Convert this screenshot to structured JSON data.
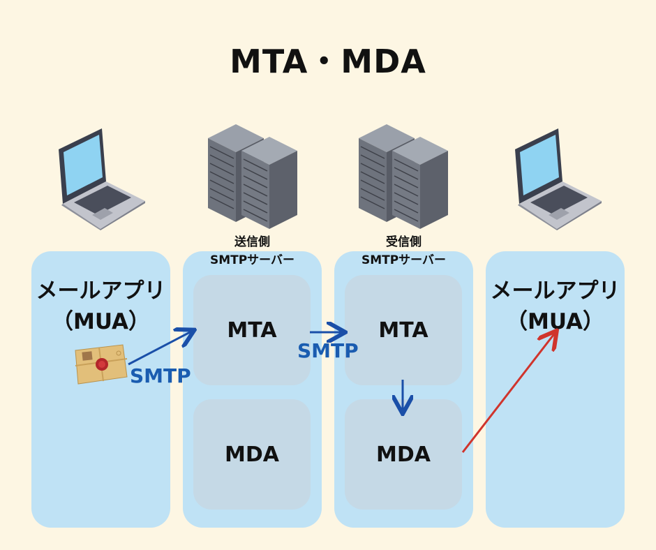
{
  "title": "MTA・MDA",
  "left_client": {
    "label_line1": "メールアプリ",
    "label_line2": "（MUA）"
  },
  "right_client": {
    "label_line1": "メールアプリ",
    "label_line2": "（MUA）"
  },
  "sender_server": {
    "caption_line1": "送信側",
    "caption_line2": "SMTPサーバー",
    "mta": "MTA",
    "mda": "MDA"
  },
  "receiver_server": {
    "caption_line1": "受信側",
    "caption_line2": "SMTPサーバー",
    "mta": "MTA",
    "mda": "MDA"
  },
  "arrows": {
    "mua_to_mta": "SMTP",
    "mta_to_mta": "SMTP"
  },
  "colors": {
    "background": "#fdf6e3",
    "column": "#bfe2f5",
    "inner_box": "#c5d9e6",
    "smtp_arrow": "#1a4fa8",
    "delivery_arrow": "#d0342c"
  },
  "icons": [
    "laptop-icon",
    "server-rack-icon",
    "envelope-icon"
  ]
}
